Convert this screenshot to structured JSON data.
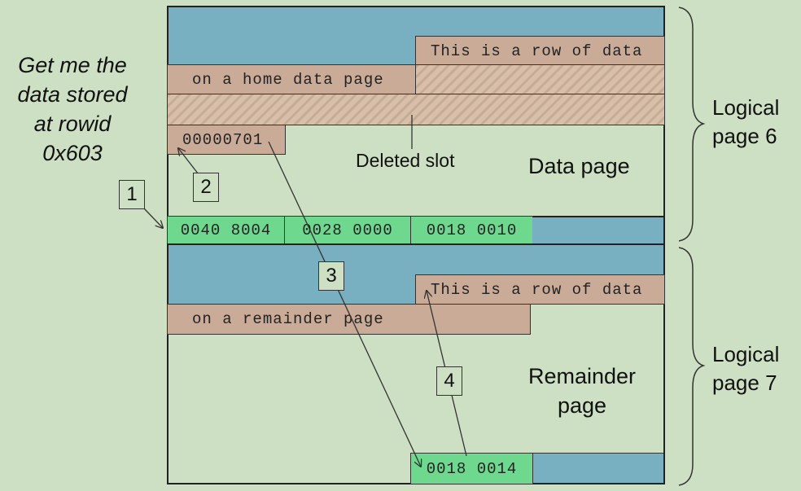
{
  "request": {
    "lines": [
      "Get me the",
      "data stored",
      "at rowid",
      "0x603"
    ]
  },
  "data_page": {
    "row_part1": "This is a row of data",
    "row_part2": "on a home data page",
    "forward_pointer": "00000701",
    "deleted_slot_label": "Deleted slot",
    "page_label": "Data page",
    "offsets": [
      "0040 8004",
      "0028 0000",
      "0018 0010"
    ]
  },
  "remainder_page": {
    "row_part1": "This is a row of data",
    "row_part2": "on a remainder page",
    "page_label_lines": [
      "Remainder",
      "page"
    ],
    "offsets": [
      "0018 0014"
    ]
  },
  "logical_pages": [
    {
      "lines": [
        "Logical",
        "page 6"
      ]
    },
    {
      "lines": [
        "Logical",
        "page 7"
      ]
    }
  ],
  "steps": [
    "1",
    "2",
    "3",
    "4"
  ],
  "colors": {
    "background": "#cde0c3",
    "free_space": "#79b0c1",
    "row_data": "#c9ab97",
    "slot_array": "#6ed88f"
  }
}
